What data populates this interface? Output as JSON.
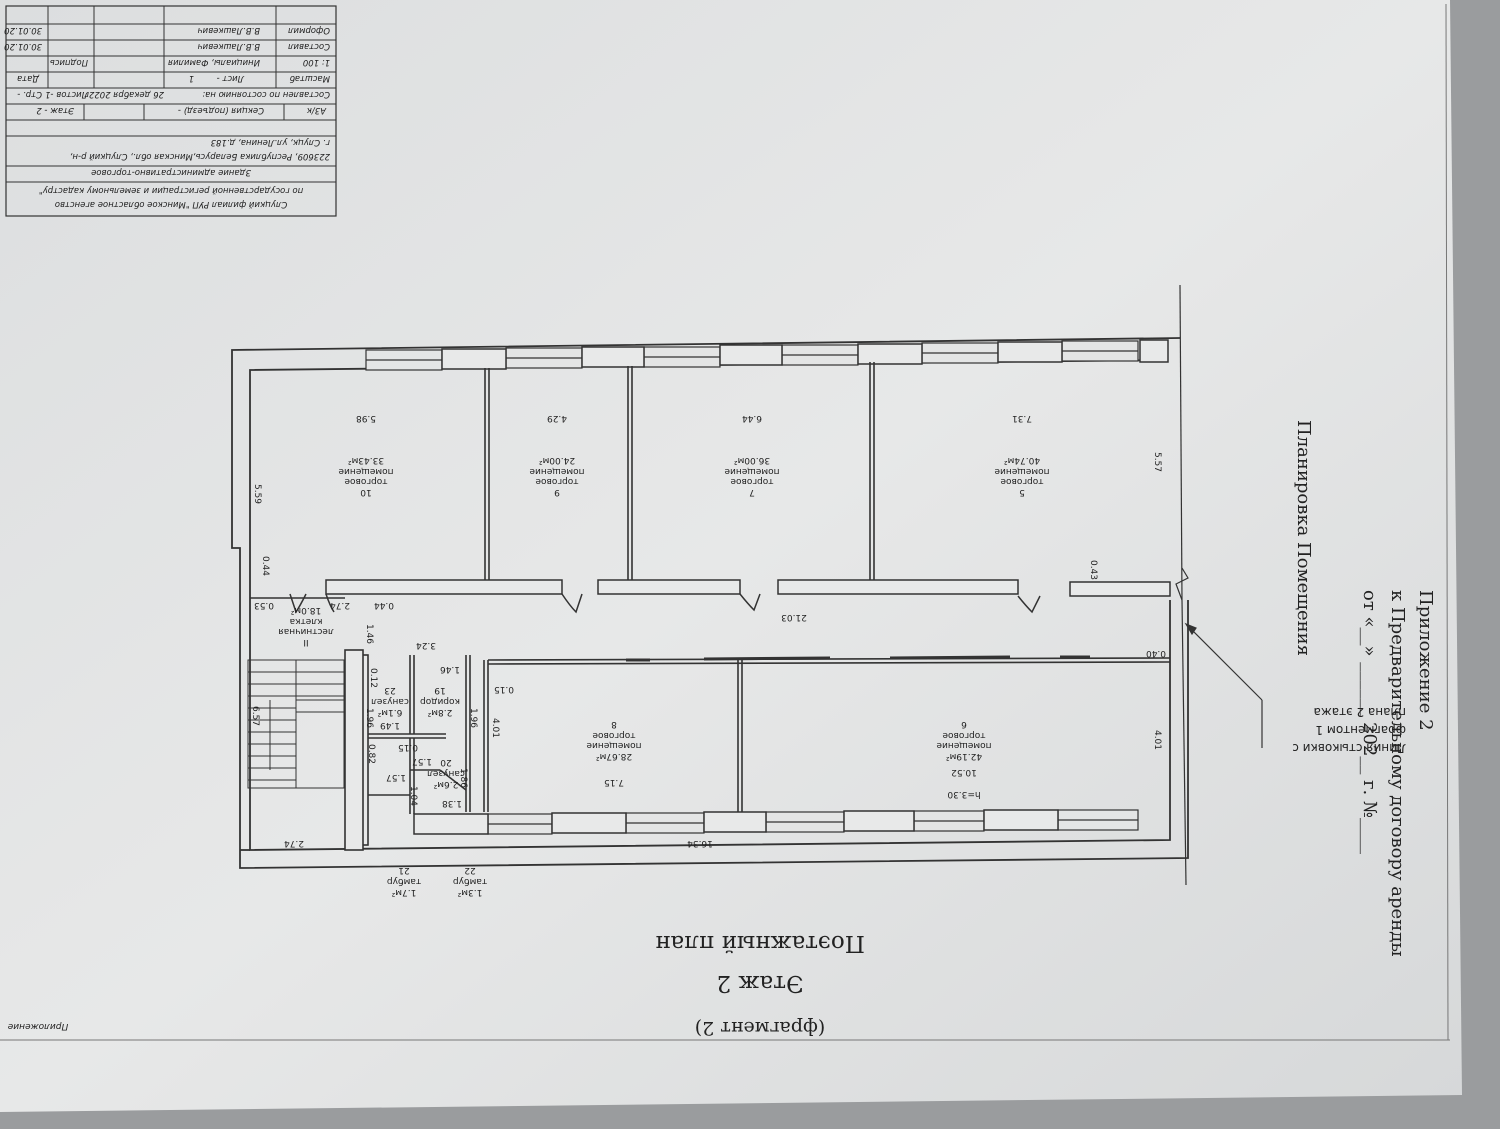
{
  "appendix": {
    "line1": "Приложение 2",
    "line2": "к Предварительному договору аренды",
    "line3": "от «__» ______ 202__ г. №____"
  },
  "layout_heading": "Планировка Помещения",
  "plan_title": {
    "main": "Поэтажный план",
    "floor": "Этаж 2",
    "fragment": "(фрагмент 2)"
  },
  "joint_line": {
    "line1": "Линия стыковки с",
    "line2": "фрагментом 1",
    "line3": "плана 2 этажа"
  },
  "footer_note": "Приложение",
  "stamp": {
    "org1": "Слуцкий филиал РУП \"Минское областное агенство",
    "org2": "по государственной регистрации и земельному кадастру\"",
    "building": "Здание административно-торговое",
    "address1": "223609, Республика Беларусь,Минская обл., Слуцкий р-н,",
    "address2": "г. Слуцк, ул.Ленина, д.183",
    "format": "А3/к",
    "section": "Секция (подъезд) -",
    "floor": "Этаж - 2",
    "compiled": "Составлен по состоянию на:",
    "date": "26 декабря 2022г.",
    "sheets": "Листов -1",
    "page": "Стр. -",
    "scale_label": "Масштаб",
    "sheet_label": "Лист -",
    "sheet_num": "1",
    "date_label": "Дата",
    "scale": "1: 100",
    "initials_label": "Инициалы, Фамилия",
    "sign_label": "Подпись",
    "composed_label": "Составил",
    "composed_name": "В.В.Лашкевич",
    "composed_date": "30.01.20",
    "drawn_label": "Оформил",
    "drawn_name": "В.В.Лашкевич",
    "drawn_date": "30.01.20"
  },
  "rooms": [
    {
      "num": "10",
      "type1": "торговое",
      "type2": "помещение",
      "area": "33.43м²",
      "dim": "5.98"
    },
    {
      "num": "9",
      "type1": "торговое",
      "type2": "помещение",
      "area": "24.00м²",
      "dim": "4.29"
    },
    {
      "num": "7",
      "type1": "торговое",
      "type2": "помещение",
      "area": "36.00м²",
      "dim": "6.44"
    },
    {
      "num": "5",
      "type1": "торговое",
      "type2": "помещение",
      "area": "40.74м²",
      "dim": "7.31"
    },
    {
      "num": "8",
      "type1": "торговое",
      "type2": "помещение",
      "area": "28.67м²",
      "dim": "7.15"
    },
    {
      "num": "6",
      "type1": "торговое",
      "type2": "помещение",
      "area": "42.19м²",
      "dim": "10.52",
      "height": "h=3.30"
    },
    {
      "num": "II",
      "type1": "лестничная",
      "type2": "клетка",
      "area": "18.0м²"
    },
    {
      "num": "19",
      "type1": "коридор",
      "area": "2.8м²"
    },
    {
      "num": "23",
      "type1": "санузел",
      "area": "6.1м²"
    },
    {
      "num": "20",
      "type1": "санузел",
      "area": "2.6м²"
    },
    {
      "num": "22",
      "type1": "тамбур",
      "area": "1.3м²"
    },
    {
      "num": "21",
      "type1": "тамбур",
      "area": "1.7м²"
    }
  ],
  "dims": {
    "corridor_len": "21.03",
    "outer_right": "16.34",
    "left_h1": "5.59",
    "left_h2": "5.57",
    "d044a": "0.44",
    "d053": "0.53",
    "d274a": "2.74",
    "d044b": "0.44",
    "d043": "0.43",
    "d146": "1.46",
    "d324": "3.24",
    "d146b": "1.46",
    "d012": "0.12",
    "d149": "1.49",
    "d196": "1.96",
    "d196b": "1.96",
    "d015": "0.15",
    "d401": "4.01",
    "d401b": "4.01",
    "d040": "0.40",
    "d657": "6.57",
    "d082": "0.82",
    "d015b": "0.15",
    "d157": "1.57",
    "d157b": "1.57",
    "d186": "1.86",
    "d104": "1.04",
    "d138": "1.38",
    "d274b": "2.74"
  }
}
